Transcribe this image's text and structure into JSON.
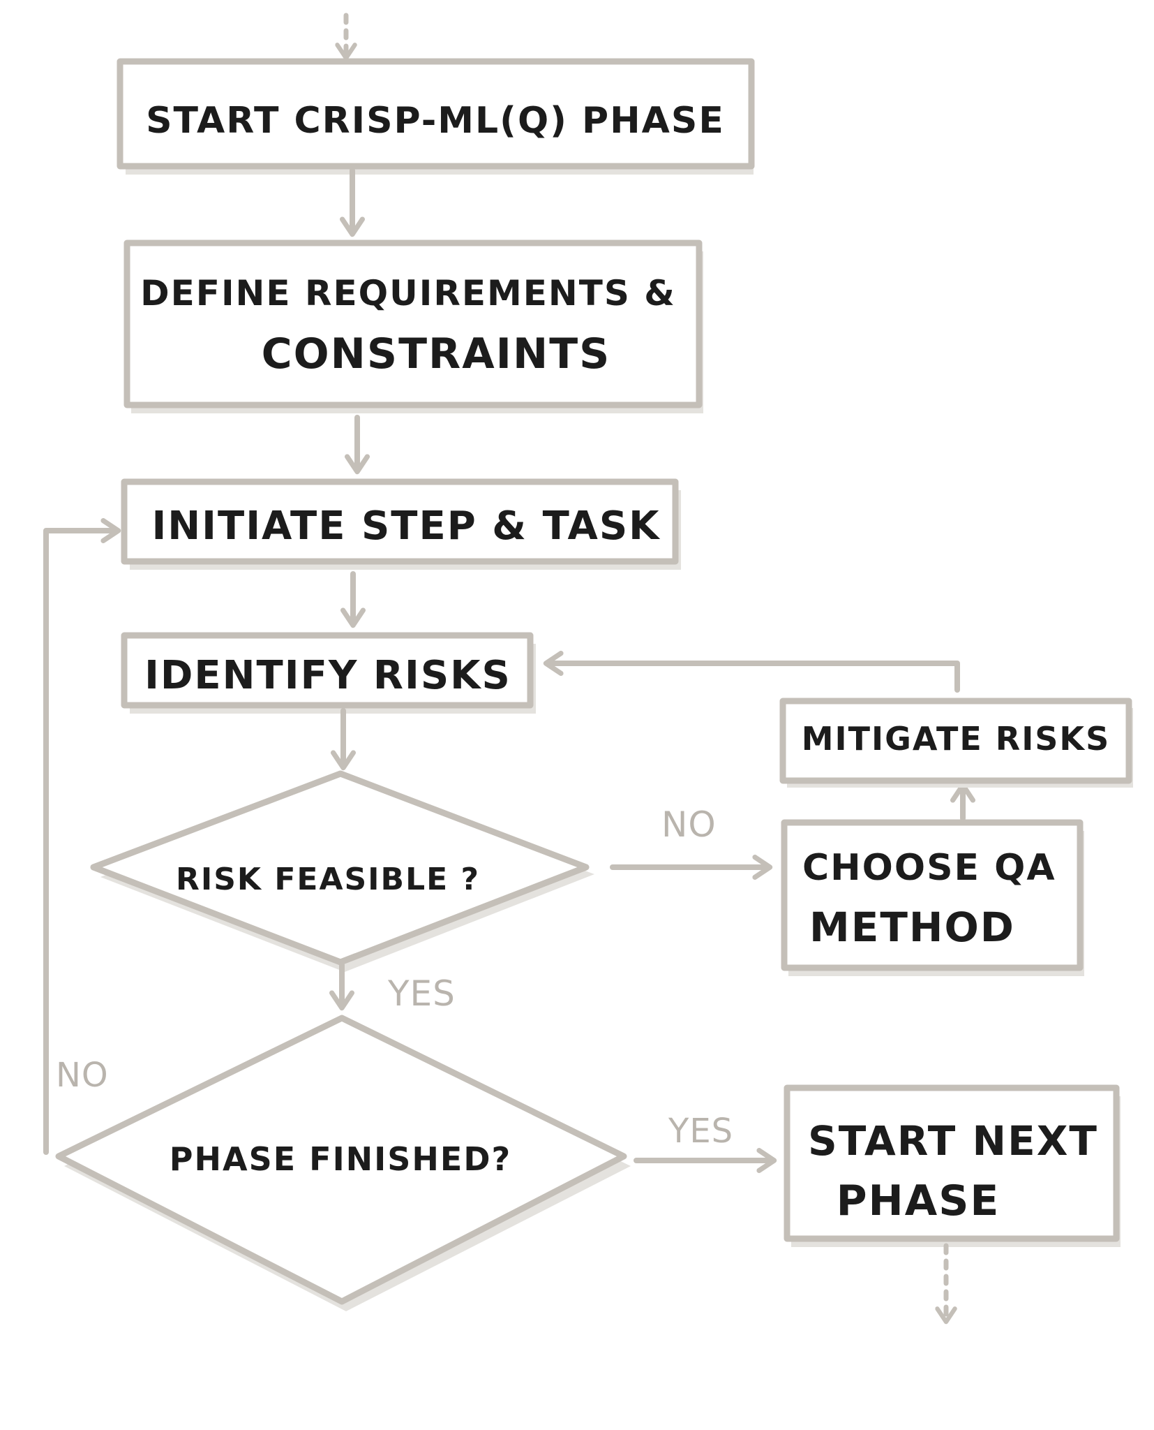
{
  "nodes": {
    "start_phase": "START CRISP-ML(Q) PHASE",
    "define_requirements_line1": "DEFINE REQUIREMENTS &",
    "define_requirements_line2": "CONSTRAINTS",
    "initiate_step": "INITIATE STEP & TASK",
    "identify_risks": "IDENTIFY RISKS",
    "mitigate_risks": "MITIGATE RISKS",
    "risk_feasible": "RISK FEASIBLE ?",
    "choose_qa_line1": "CHOOSE QA",
    "choose_qa_line2": "METHOD",
    "phase_finished": "PHASE FINISHED?",
    "start_next_line1": "START NEXT",
    "start_next_line2": "PHASE"
  },
  "edges": {
    "risk_no": "NO",
    "risk_yes": "YES",
    "phase_no": "NO",
    "phase_yes": "YES"
  },
  "colors": {
    "stroke": "#c4bfb8",
    "text": "#1c1c1c",
    "edge_label": "#b9b4ad"
  }
}
